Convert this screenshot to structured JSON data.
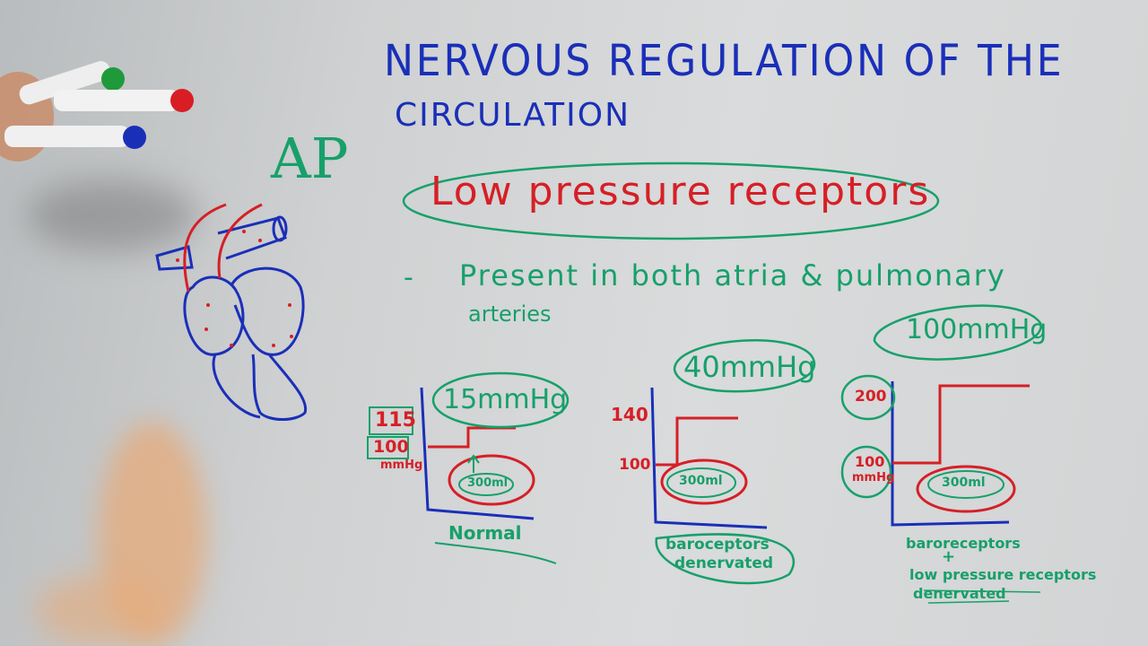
{
  "title": {
    "line1": "NERVOUS REGULATION OF THE",
    "line2": "CIRCULATION"
  },
  "ap_label": "AP",
  "topic": "Low pressure receptors",
  "bullet": {
    "dash": "-",
    "line1": "Present in both atria & pulmonary",
    "line2": "arteries"
  },
  "graphs": [
    {
      "pressure_change": "15mmHg",
      "y_high": "115",
      "y_low": "100",
      "y_unit": "mmHg",
      "volume": "300ml",
      "caption": "Normal",
      "values": {
        "baseline": 100,
        "peak": 115
      }
    },
    {
      "pressure_change": "40mmHg",
      "y_high": "140",
      "y_low": "100",
      "volume": "300ml",
      "caption_line1": "baroceptors",
      "caption_line2": "denervated",
      "values": {
        "baseline": 100,
        "peak": 140
      }
    },
    {
      "pressure_change": "100mmHg",
      "y_high": "200",
      "y_low": "100",
      "y_unit": "mmHg",
      "volume": "300ml",
      "caption_line1": "baroreceptors",
      "caption_plus": "+",
      "caption_line2": "low pressure receptors",
      "caption_line3": "denervated",
      "values": {
        "baseline": 100,
        "peak": 200
      }
    }
  ],
  "colors": {
    "blue_marker": "#1a2fb8",
    "red_marker": "#d61f26",
    "green_marker": "#17a06a",
    "board": "#d6d8d9"
  }
}
